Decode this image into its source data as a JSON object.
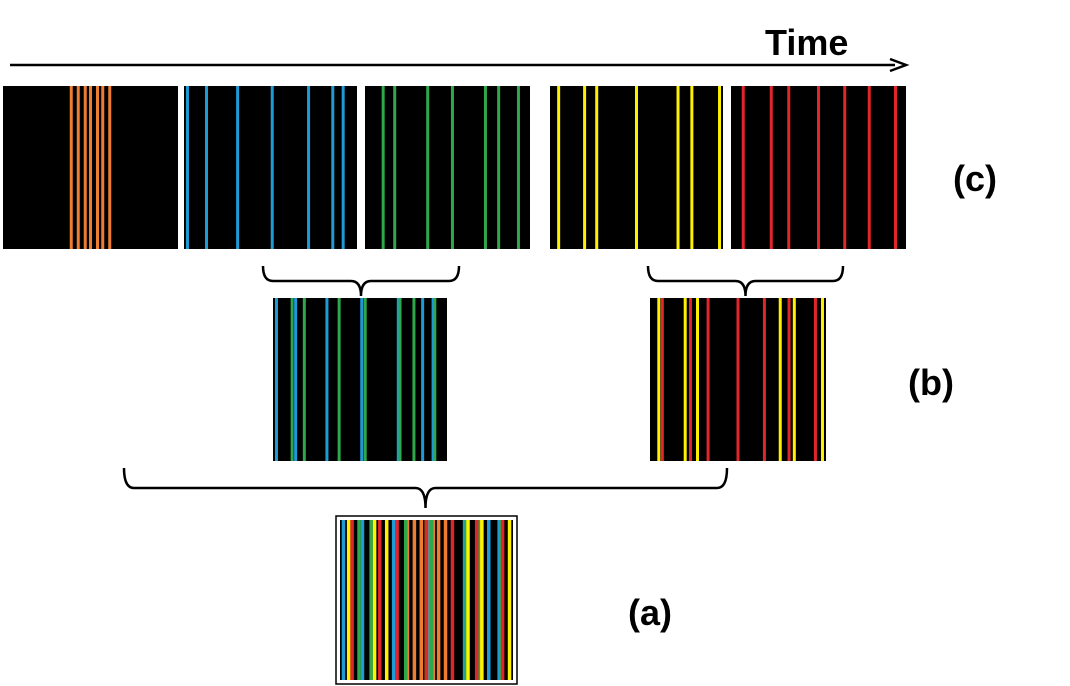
{
  "time_label": "Time",
  "labels": {
    "c": "(c)",
    "b": "(b)",
    "a": "(a)"
  },
  "colors": {
    "orange": "#ED7D31",
    "blue": "#1E9BD7",
    "green": "#2EA84A",
    "yellow": "#FFF200",
    "red": "#E0262B"
  },
  "level_c": [
    {
      "color": "orange",
      "events": [
        0.39,
        0.43,
        0.47,
        0.5,
        0.54,
        0.57,
        0.61
      ]
    },
    {
      "color": "blue",
      "events": [
        0.02,
        0.13,
        0.31,
        0.51,
        0.72,
        0.86,
        0.92
      ]
    },
    {
      "color": "green",
      "events": [
        0.11,
        0.18,
        0.38,
        0.53,
        0.73,
        0.81,
        0.93
      ]
    },
    {
      "color": "yellow",
      "events": [
        0.05,
        0.2,
        0.27,
        0.5,
        0.74,
        0.82,
        0.98
      ]
    },
    {
      "color": "red",
      "events": [
        0.07,
        0.23,
        0.33,
        0.5,
        0.65,
        0.79,
        0.94
      ]
    }
  ],
  "level_b": [
    {
      "merges": [
        1,
        2
      ]
    },
    {
      "merges": [
        3,
        4
      ]
    }
  ],
  "level_a": {
    "merges": [
      0,
      1,
      2,
      3,
      4
    ]
  }
}
